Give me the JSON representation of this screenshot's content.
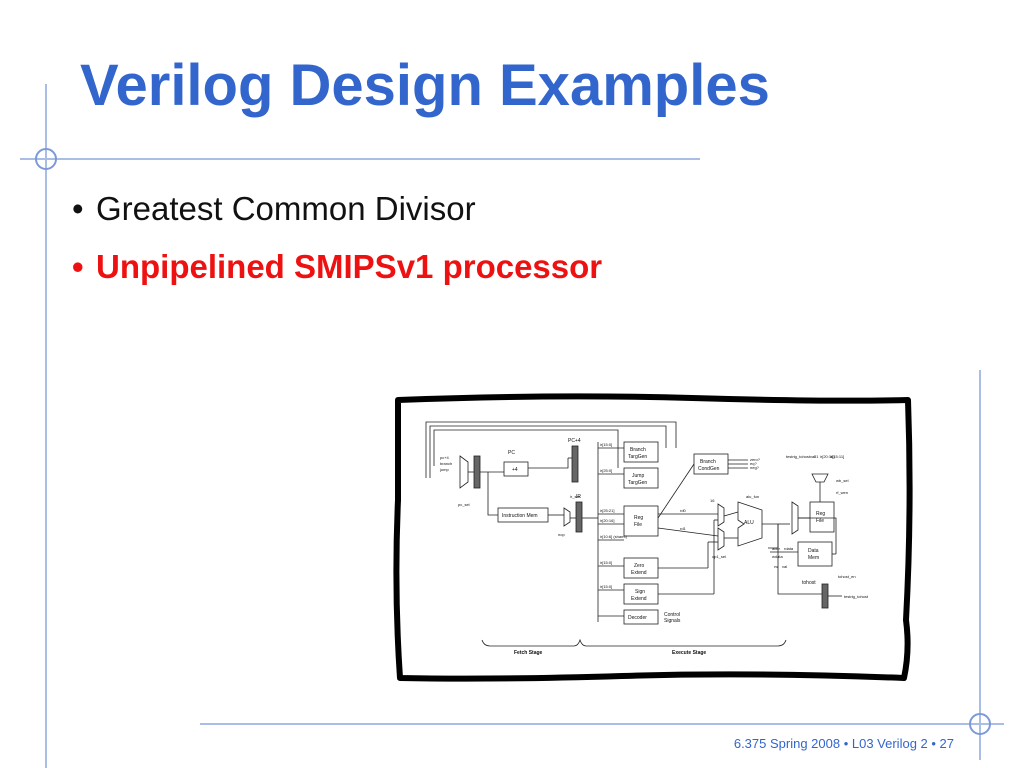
{
  "slide": {
    "title": "Verilog Design Examples",
    "bullets": [
      {
        "label": "Greatest Common Divisor",
        "highlight": false
      },
      {
        "label": "Unpipelined SMIPSv1 processor",
        "highlight": true
      }
    ],
    "footer": "6.375 Spring 2008 • L03 Verilog 2 • 27",
    "bullet_glyph": "•"
  },
  "diagram": {
    "labels": {
      "pc": "PC",
      "pc4": "PC+4",
      "ir": "IR",
      "plus4": "+4",
      "instr_mem": "Instruction Mem",
      "branch_targ_1": "Branch",
      "branch_targ_2": "TargGen",
      "jump_targ_1": "Jump",
      "jump_targ_2": "TargGen",
      "branch_cond_1": "Branch",
      "branch_cond_2": "CondGen",
      "reg_file_1": "Reg",
      "reg_file_2": "File",
      "alu": "ALU",
      "zero_ext_1": "Zero",
      "zero_ext_2": "Extend",
      "sign_ext_1": "Sign",
      "sign_ext_2": "Extend",
      "decoder": "Decoder",
      "control_1": "Control",
      "control_2": "Signals",
      "data_mem_1": "Data",
      "data_mem_2": "Mem",
      "wb_reg_1": "Reg",
      "wb_reg_2": "File",
      "tohost": "tohost",
      "fetch_stage": "Fetch Stage",
      "execute_stage": "Execute Stage",
      "ir_15_0": "ir[15:0]",
      "ir_25_0": "ir[25:0]",
      "ir_25_21": "ir[25:21]",
      "ir_20_16": "ir[20:16]",
      "ir_10_6": "ir[10:6] (shamt)",
      "ir_15_0_b": "ir[15:0]",
      "ir_15_0_c": "ir[15:0]",
      "zero_q": "zero?",
      "eq_q": "eq?",
      "neg_q": "neg?",
      "rd0": "rd0",
      "rd1": "rd1",
      "sixteen": "16",
      "addr": "addr",
      "rdata": "rdata",
      "wdata": "wdata",
      "pc4_in": "pc+4",
      "branch_in": "branch",
      "jump_in": "jump",
      "pc_sel": "pc_sel",
      "nop": "nop",
      "ir_sel": "ir_sel",
      "wb_sel": "wb_sel",
      "rf_wen": "rf_wen",
      "alu_fun": "alu_fun",
      "op1_sel": "op1_sel",
      "testrig_tohost_en": "testrig_tohostval",
      "tohost_en": "tohost_en",
      "testrig_tohost": "testrig_tohost",
      "rw": "rw",
      "val": "val",
      "r31": "31",
      "ir2016": "ir[20:16]",
      "ir1511": "ir[15:11]"
    }
  }
}
